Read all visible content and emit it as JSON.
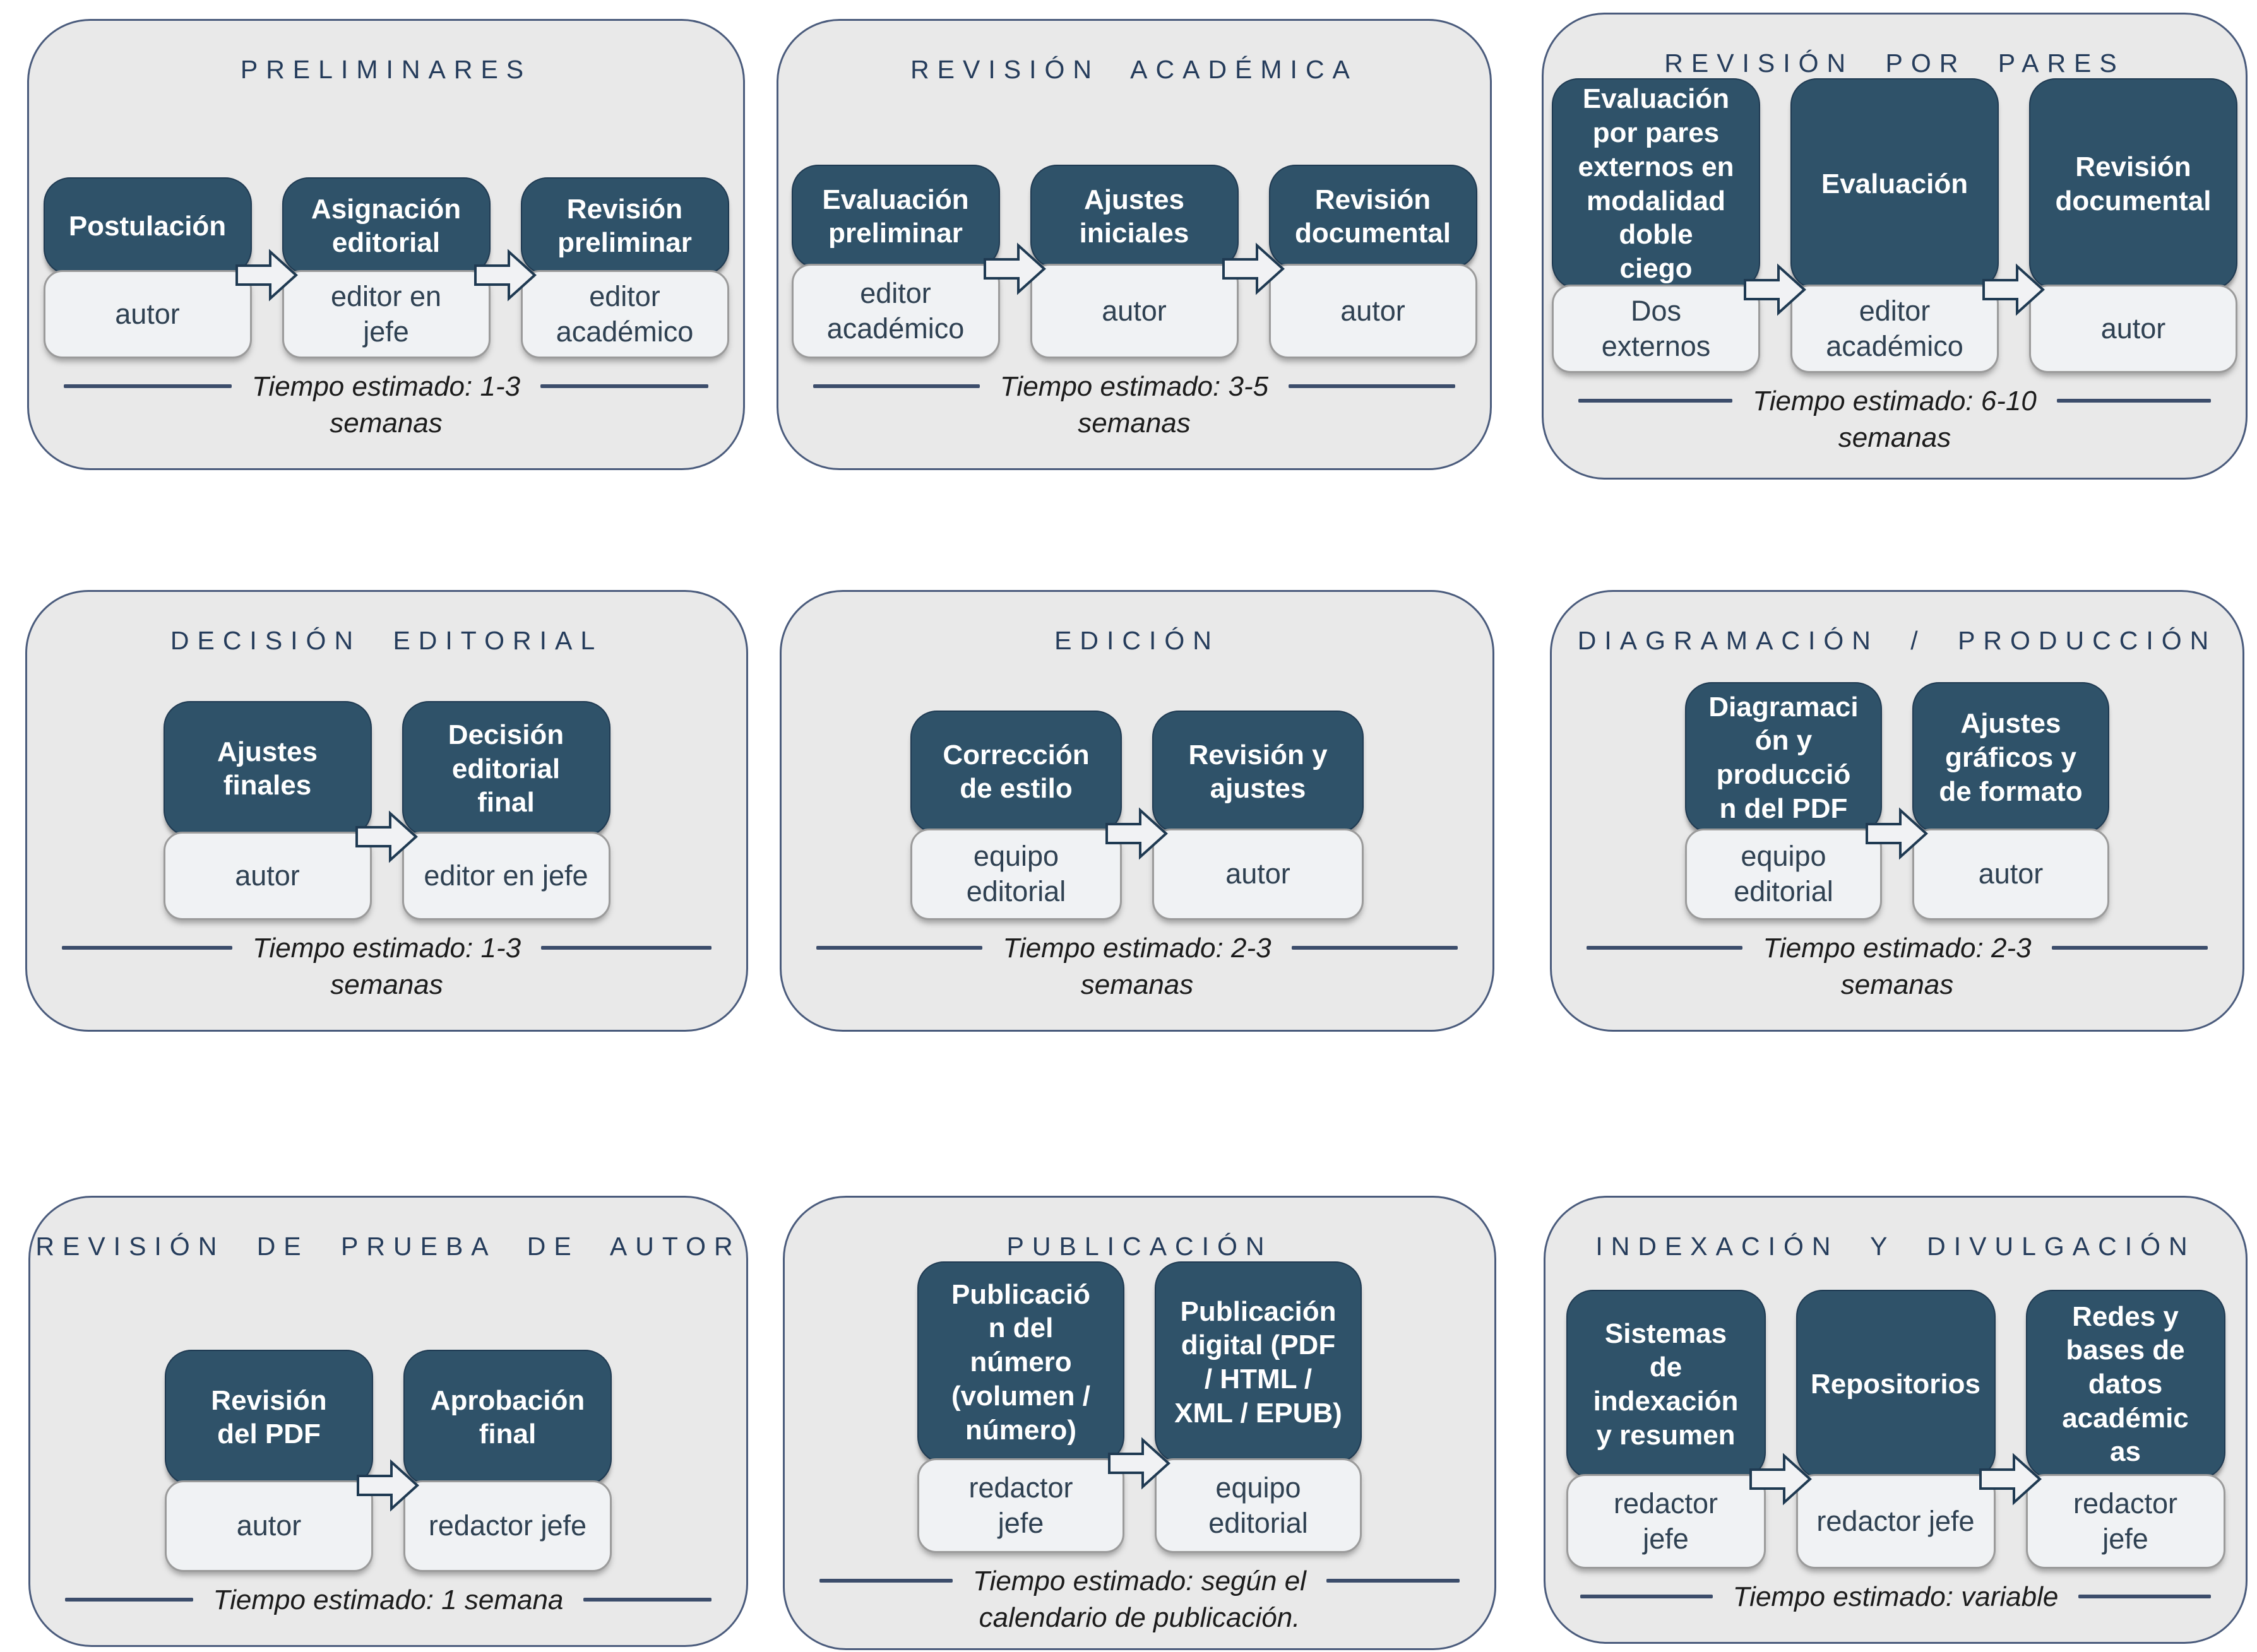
{
  "colors": {
    "page_background": "#ffffff",
    "panel_fill": "#e9e9e9",
    "panel_border": "#4a5b7c",
    "step_fill": "#2f5269",
    "step_border": "#1f3a52",
    "step_text": "#ffffff",
    "role_fill": "#f0f2f4",
    "role_border": "#9b9b9b",
    "role_text": "#2f4152",
    "title_text": "#253c5b",
    "footer_line": "#3c4d6b",
    "arrow_fill": "#f1f2f4",
    "arrow_border": "#1f3a52"
  },
  "panels": [
    {
      "title": "PRELIMINARES",
      "steps": [
        {
          "label": "Postulación",
          "role": "autor"
        },
        {
          "label": "Asignación\neditorial",
          "role": "editor en\njefe"
        },
        {
          "label": "Revisión\npreliminar",
          "role": "editor\nacadémico"
        }
      ],
      "footer": "Tiempo estimado: 1-3\nsemanas"
    },
    {
      "title": "REVISIÓN ACADÉMICA",
      "steps": [
        {
          "label": "Evaluación\npreliminar",
          "role": "editor\nacadémico"
        },
        {
          "label": "Ajustes\niniciales",
          "role": "autor"
        },
        {
          "label": "Revisión\ndocumental",
          "role": "autor"
        }
      ],
      "footer": "Tiempo estimado: 3-5\nsemanas"
    },
    {
      "title": "REVISIÓN POR PARES",
      "steps": [
        {
          "label": "Evaluación\npor pares\nexternos en\nmodalidad\ndoble\nciego",
          "role": "Dos\nexternos"
        },
        {
          "label": "Evaluación",
          "role": "editor\nacadémico"
        },
        {
          "label": "Revisión\ndocumental",
          "role": "autor"
        }
      ],
      "footer": "Tiempo estimado: 6-10\nsemanas"
    },
    {
      "title": "DECISIÓN EDITORIAL",
      "steps": [
        {
          "label": "Ajustes\nfinales",
          "role": "autor"
        },
        {
          "label": "Decisión\neditorial\nfinal",
          "role": "editor en jefe"
        }
      ],
      "footer": "Tiempo estimado: 1-3\nsemanas"
    },
    {
      "title": "EDICIÓN",
      "steps": [
        {
          "label": "Corrección\nde estilo",
          "role": "equipo\neditorial"
        },
        {
          "label": "Revisión y\najustes",
          "role": "autor"
        }
      ],
      "footer": "Tiempo estimado: 2-3\nsemanas"
    },
    {
      "title": "DIAGRAMACIÓN / PRODUCCIÓN",
      "steps": [
        {
          "label": "Diagramaci\nón y\nproducció\nn del PDF",
          "role": "equipo\neditorial"
        },
        {
          "label": "Ajustes\ngráficos y\nde formato",
          "role": "autor"
        }
      ],
      "footer": "Tiempo estimado: 2-3\nsemanas"
    },
    {
      "title": "REVISIÓN DE PRUEBA DE AUTOR",
      "steps": [
        {
          "label": "Revisión\ndel PDF",
          "role": "autor"
        },
        {
          "label": "Aprobación\nfinal",
          "role": "redactor jefe"
        }
      ],
      "footer": "Tiempo estimado: 1 semana"
    },
    {
      "title": "PUBLICACIÓN",
      "steps": [
        {
          "label": "Publicació\nn del\nnúmero\n(volumen /\nnúmero)",
          "role": "redactor\njefe"
        },
        {
          "label": "Publicación\ndigital (PDF\n/ HTML /\nXML / EPUB)",
          "role": "equipo\neditorial"
        }
      ],
      "footer": "Tiempo estimado: según el\ncalendario de publicación."
    },
    {
      "title": "INDEXACIÓN Y DIVULGACIÓN",
      "steps": [
        {
          "label": "Sistemas\nde\nindexación\ny resumen",
          "role": "redactor\njefe"
        },
        {
          "label": "Repositorios",
          "role": "redactor jefe"
        },
        {
          "label": "Redes y\nbases de\ndatos\nacadémic\nas",
          "role": "redactor\njefe"
        }
      ],
      "footer": "Tiempo estimado: variable"
    }
  ]
}
